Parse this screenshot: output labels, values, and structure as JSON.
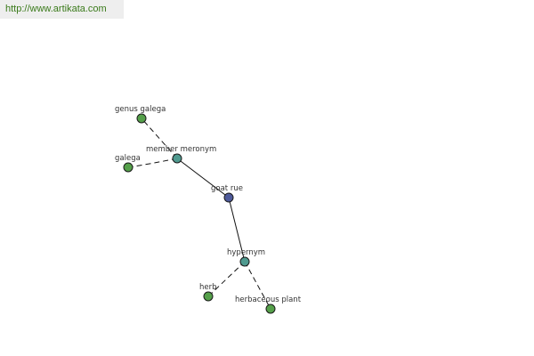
{
  "site_url": "http://www.artikata.com",
  "colors": {
    "root_node": "#4e5a9a",
    "relation_node": "#4f9a8f",
    "leaf_node": "#55a04a",
    "url_text": "#3a7a1a"
  },
  "graph": {
    "root": {
      "label": "goat rue"
    },
    "relations": [
      {
        "label": "member meronym",
        "targets": [
          "genus galega",
          "galega"
        ]
      },
      {
        "label": "hypernym",
        "targets": [
          "herb",
          "herbaceous plant"
        ]
      }
    ]
  }
}
